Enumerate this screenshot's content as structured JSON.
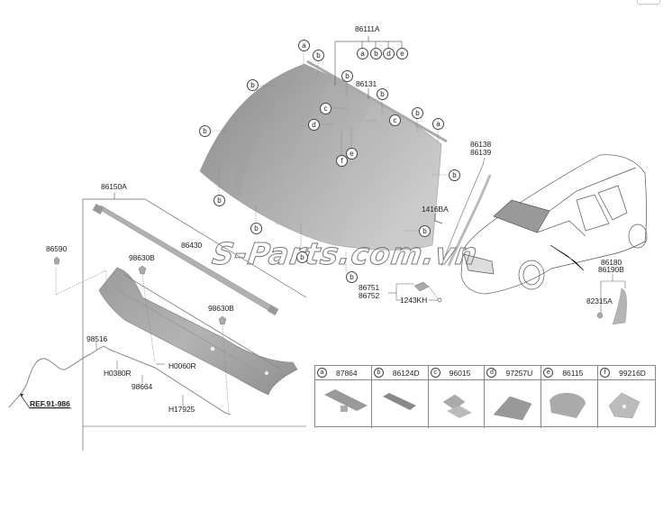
{
  "diagram": {
    "type": "exploded parts diagram",
    "subject": "Windshield glass and cowl panel assembly",
    "watermark": "S-Parts.com.vn"
  },
  "labels": {
    "p86111A": "86111A",
    "p86131": "86131",
    "p86138": "86138",
    "p86139": "86139",
    "p1416BA": "1416BA",
    "p86751": "86751",
    "p86752": "86752",
    "p1243KH": "1243KH",
    "p86180": "86180",
    "p86190B": "86190B",
    "p82315A": "82315A",
    "p86150A": "86150A",
    "p86590": "86590",
    "p86430": "86430",
    "p98630B_1": "98630B",
    "p98630B_2": "98630B",
    "p98516": "98516",
    "pH0380R": "H0380R",
    "pH0060R": "H0060R",
    "p98664": "98664",
    "pH17925": "H17925",
    "ref": "REF.91-986"
  },
  "callouts": {
    "a": "a",
    "b": "b",
    "c": "c",
    "d": "d",
    "e": "e",
    "f": "f"
  },
  "legend": {
    "items": [
      {
        "tag": "a",
        "part": "87864"
      },
      {
        "tag": "b",
        "part": "86124D"
      },
      {
        "tag": "c",
        "part": "96015"
      },
      {
        "tag": "d",
        "part": "97257U"
      },
      {
        "tag": "e",
        "part": "86115"
      },
      {
        "tag": "f",
        "part": "99216D"
      }
    ]
  },
  "colors": {
    "glass_dark": "#8e8e8e",
    "glass_light": "#c8c8c8",
    "line": "#444444",
    "table_border": "#888888"
  }
}
